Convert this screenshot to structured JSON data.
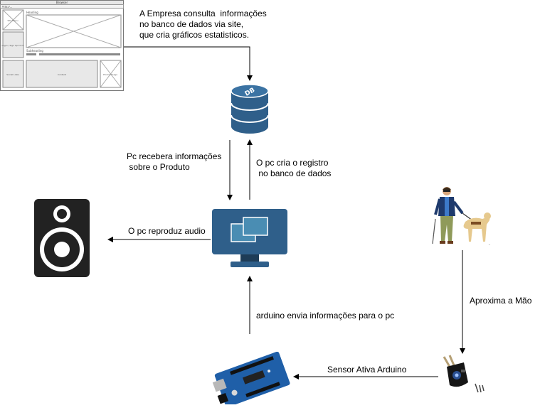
{
  "diagram": {
    "wireframe": {
      "window_title": "Browser",
      "address": "http://...",
      "heading": "Heading",
      "subheading": "Subheading",
      "left_top": "Site Menu",
      "left_mid": "Login / Sign Up Form",
      "bottom_left": "Social Links",
      "bottom_mid": "Content",
      "bottom_right": "Promo Image"
    },
    "database": {
      "icon_text": "DB"
    },
    "labels": {
      "empresa": "A Empresa consulta  informações\nno banco de dados via site,\nque cria gráficos estatisticos.",
      "pc_recebe": "Pc recebera informações\n sobre o Produto",
      "pc_registro": "O pc cria o registro\n no banco de dados",
      "pc_audio": "O pc reproduz audio",
      "arduino_envia": "arduino envia informações para o pc",
      "aproxima": "Aproxima a Mão",
      "sensor": "Sensor Ativa Arduino"
    },
    "colors": {
      "db_blue": "#2f5f8a",
      "monitor_blue": "#2f5f8a",
      "screen_teal": "#4a8db3",
      "speaker_body": "#222222",
      "arduino_blue": "#1f5fa8"
    }
  }
}
